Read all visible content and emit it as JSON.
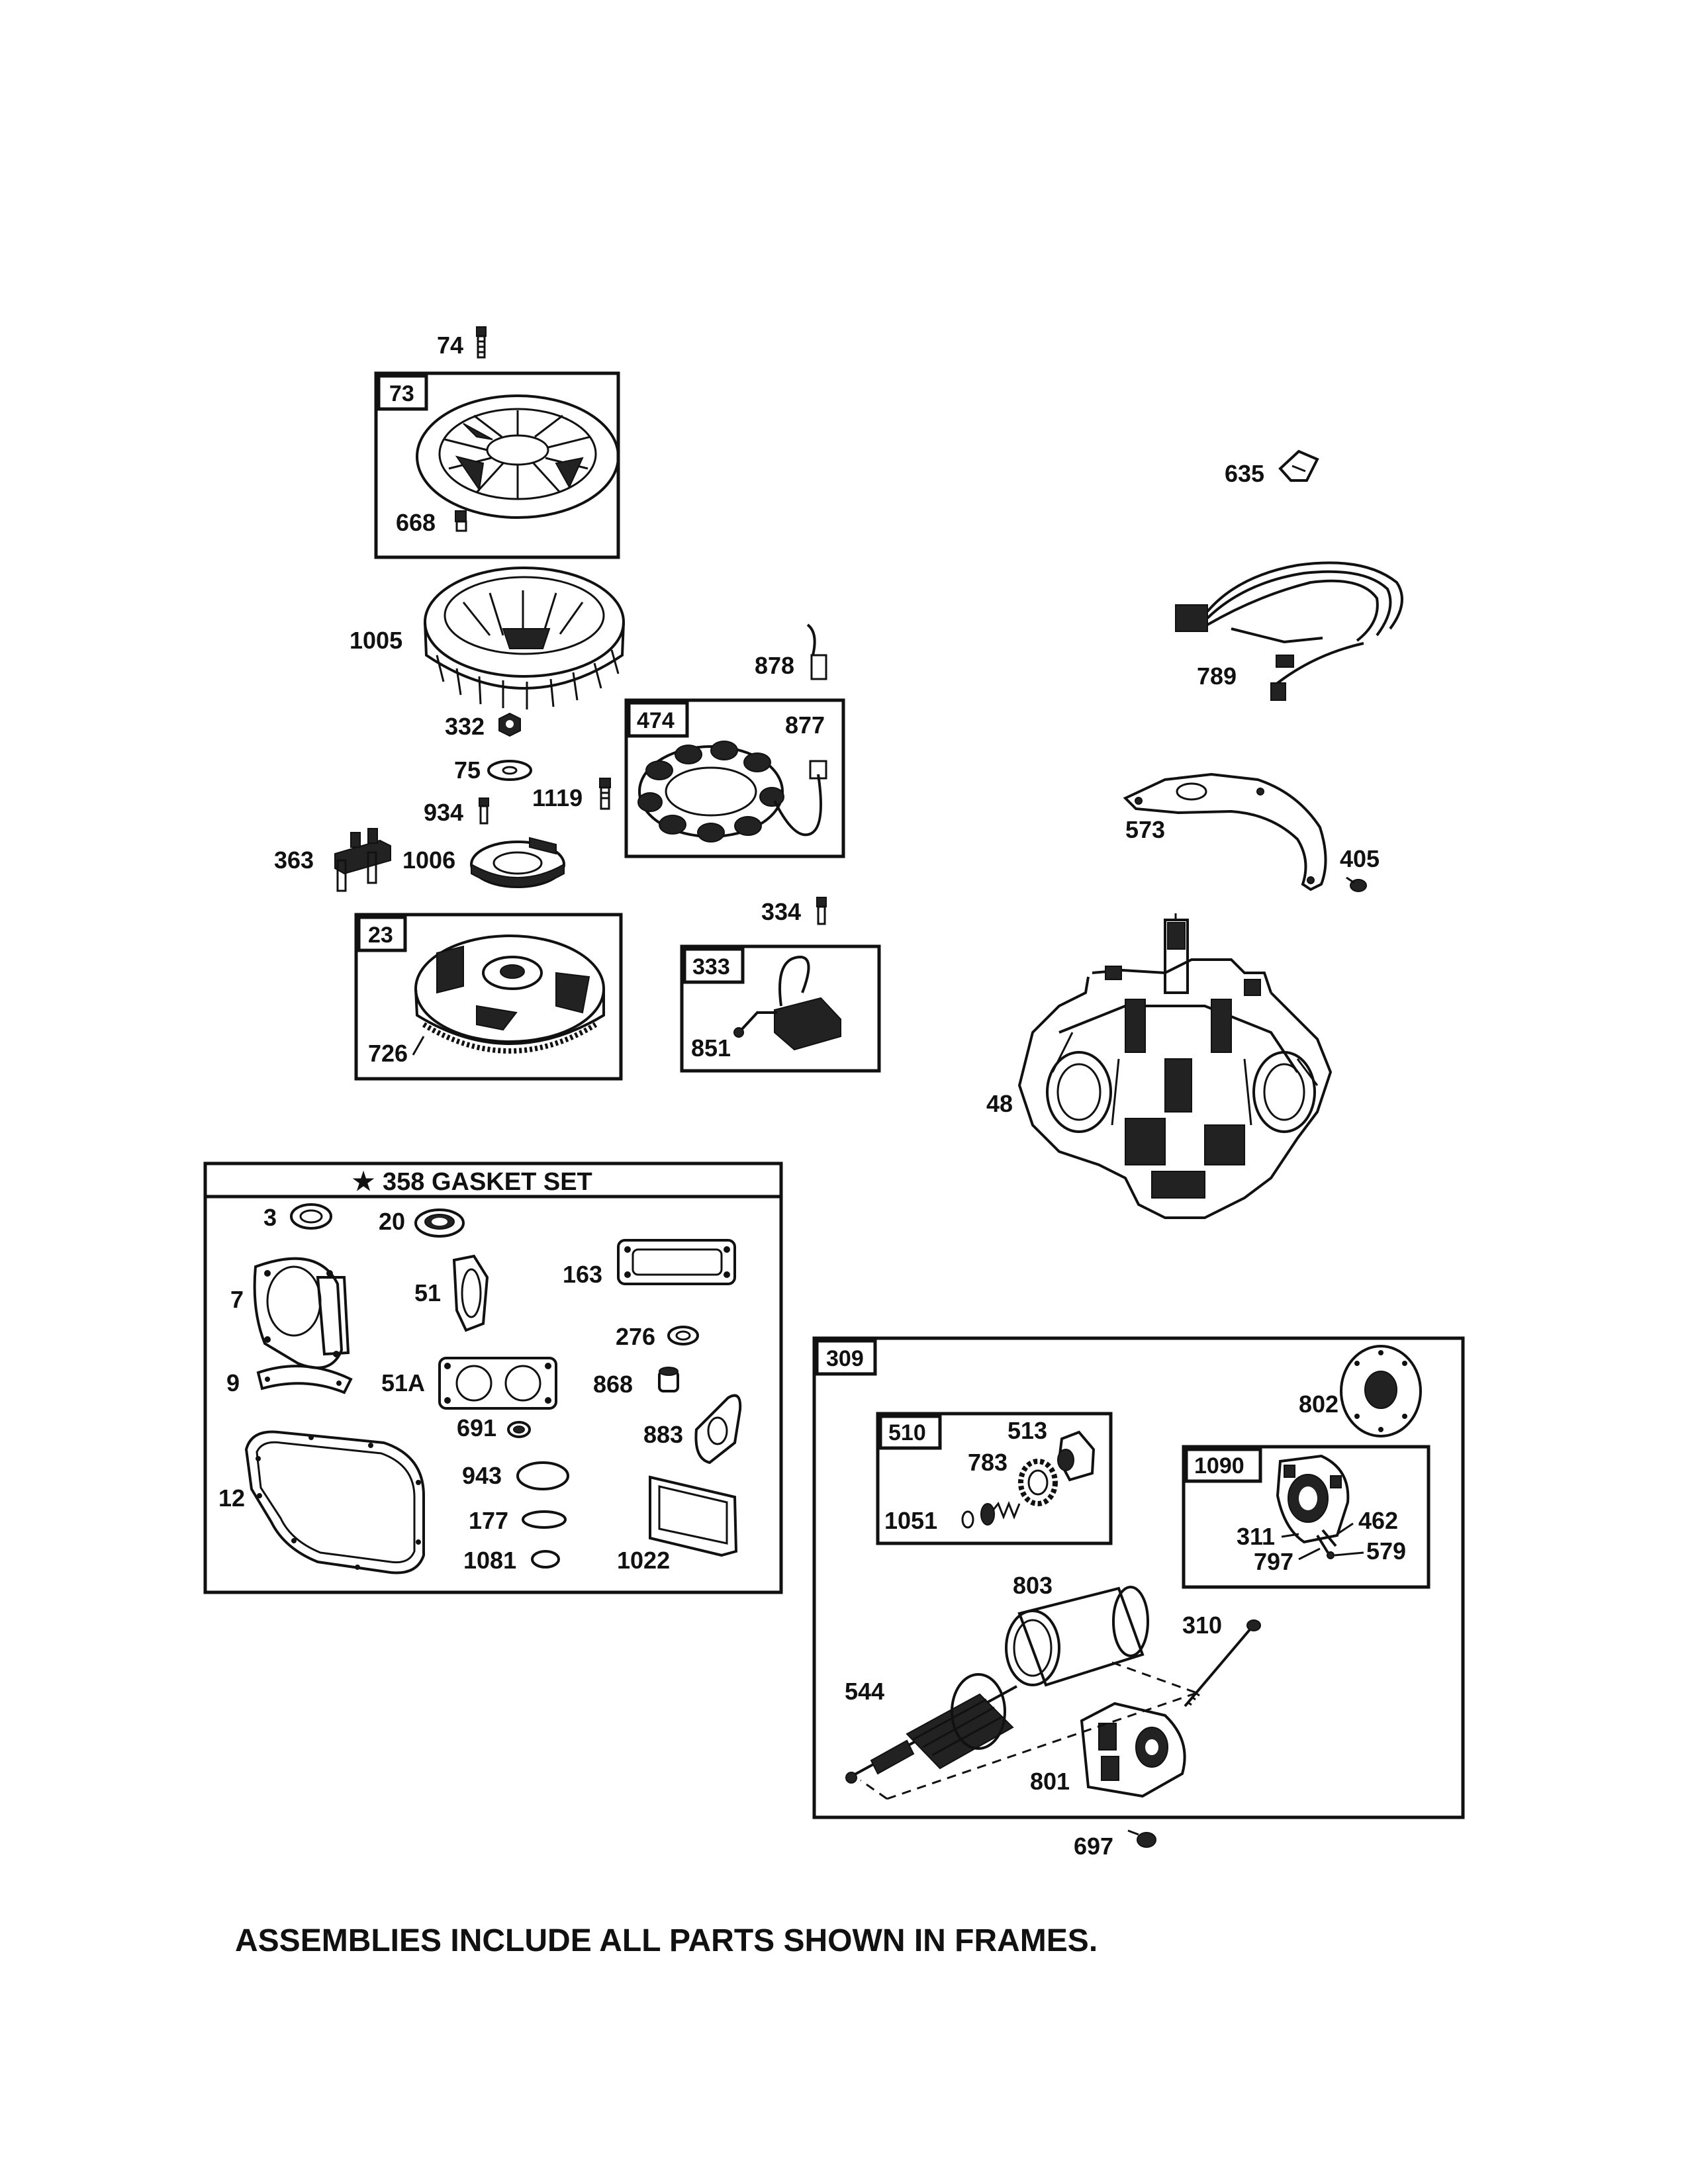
{
  "frames": {
    "flywheel_cover": "73",
    "stator": "474",
    "flywheel": "23",
    "ignition": "333",
    "gasket_set_star": "★",
    "gasket_set_title": "358 GASKET SET",
    "starter": "309",
    "drive": "510",
    "brush_holder": "1090"
  },
  "parts": {
    "p74": "74",
    "p668": "668",
    "p1005": "1005",
    "p332": "332",
    "p75": "75",
    "p934": "934",
    "p1119": "1119",
    "p363": "363",
    "p1006": "1006",
    "p726": "726",
    "p878": "878",
    "p877": "877",
    "p334": "334",
    "p851": "851",
    "p635": "635",
    "p789": "789",
    "p573": "573",
    "p405": "405",
    "p48": "48",
    "p3": "3",
    "p20": "20",
    "p7": "7",
    "p51": "51",
    "p163": "163",
    "p276": "276",
    "p9": "9",
    "p51a": "51A",
    "p868": "868",
    "p691": "691",
    "p883": "883",
    "p12": "12",
    "p943": "943",
    "p177": "177",
    "p1081": "1081",
    "p1022": "1022",
    "p802": "802",
    "p513": "513",
    "p783": "783",
    "p1051": "1051",
    "p311": "311",
    "p462": "462",
    "p797": "797",
    "p579": "579",
    "p803": "803",
    "p310": "310",
    "p544": "544",
    "p801": "801",
    "p697": "697"
  },
  "footnote": "ASSEMBLIES INCLUDE ALL PARTS SHOWN IN FRAMES."
}
